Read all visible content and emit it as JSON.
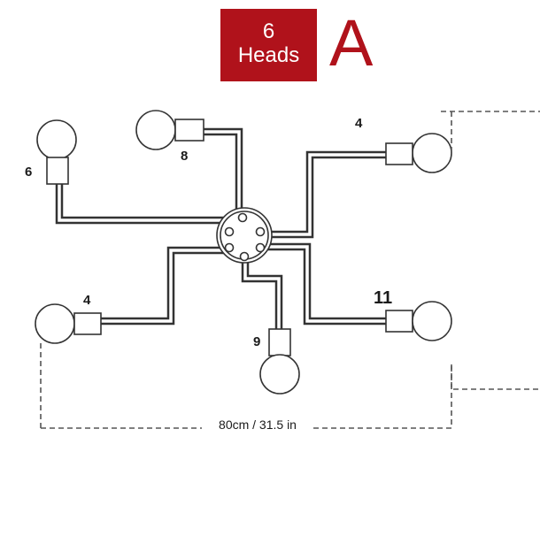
{
  "badge": {
    "count": "6",
    "word": "Heads"
  },
  "variant": "A",
  "labels": {
    "top_left": "6",
    "top_middle": "8",
    "top_right": "4",
    "left": "4",
    "bottom": "9",
    "right": "11"
  },
  "dimension": "80cm / 31.5 in",
  "colors": {
    "accent": "#b0121b",
    "line": "#333333",
    "background": "#ffffff"
  }
}
